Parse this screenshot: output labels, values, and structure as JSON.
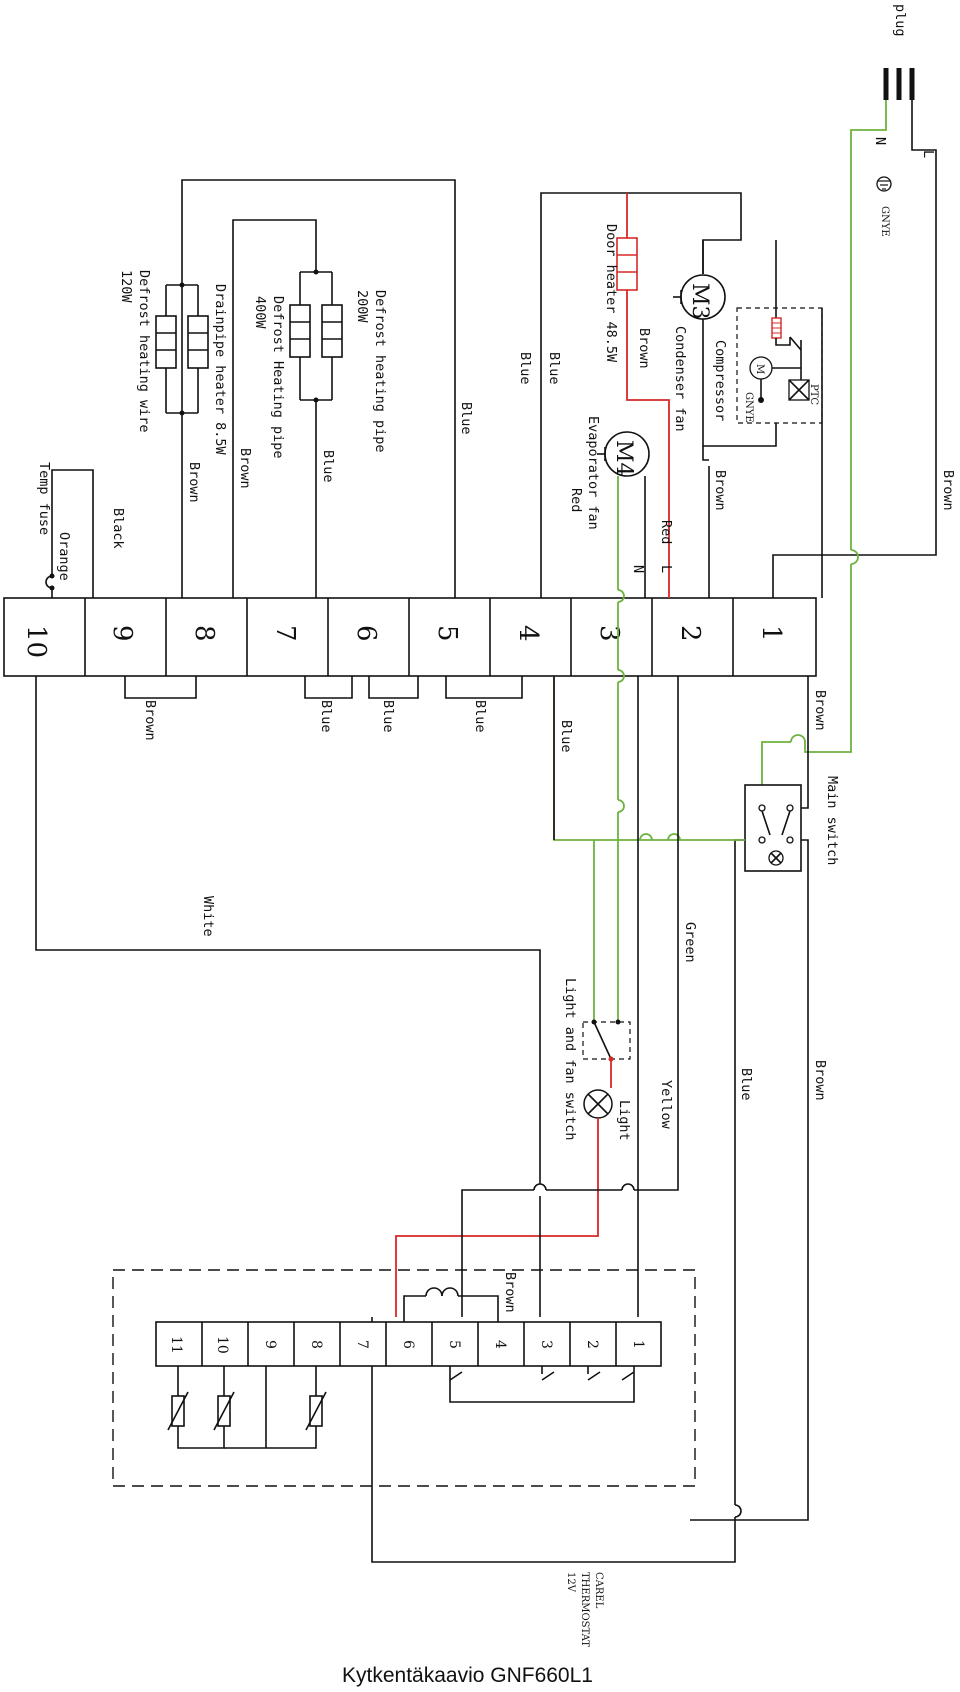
{
  "title": "Kytkentäkaavio GNF660L1",
  "plug": {
    "label": "plug",
    "n": "N",
    "l": "L",
    "ground": "GNYE"
  },
  "main_terminal": [
    "1",
    "2",
    "3",
    "4",
    "5",
    "6",
    "7",
    "8",
    "9",
    "10"
  ],
  "thermostat_terminal": [
    "1",
    "2",
    "3",
    "4",
    "5",
    "6",
    "7",
    "8",
    "9",
    "10",
    "11"
  ],
  "thermostat": {
    "line1": "CAREL",
    "line2": "THERMOSTAT",
    "line3": "12V"
  },
  "components": {
    "door_heater": "Door heater 48.5W",
    "condenser_fan": "Condenser fan",
    "compressor": "Compressor",
    "evaporator_fan": "Evaporator fan",
    "defrost_pipe_200_a": "Defrost heating pipe",
    "defrost_pipe_200_b": "200W",
    "defrost_pipe_400_a": "Defrost Heating pipe",
    "defrost_pipe_400_b": "400W",
    "drainpipe_heater": "Drainpipe heater 8.5W",
    "defrost_wire_a": "Defrost heating wire",
    "defrost_wire_b": "120W",
    "temp_fuse": "Temp fuse",
    "main_switch": "Main switch",
    "light_fan_switch": "Light and fan switch",
    "light": "Light",
    "m3": "M3",
    "m4": "M4",
    "ptc": "PTC",
    "gnye_comp": "GNYE",
    "m_comp": "M"
  },
  "wires": {
    "brown": "Brown",
    "blue": "Blue",
    "black": "Black",
    "orange": "Orange",
    "white": "White",
    "green": "Green",
    "yellow": "Yellow",
    "red": "Red",
    "n": "N",
    "l": "L"
  },
  "colors": {
    "wire": "#111111",
    "ground_wire": "#6db33f",
    "live_red": "#d62828"
  }
}
